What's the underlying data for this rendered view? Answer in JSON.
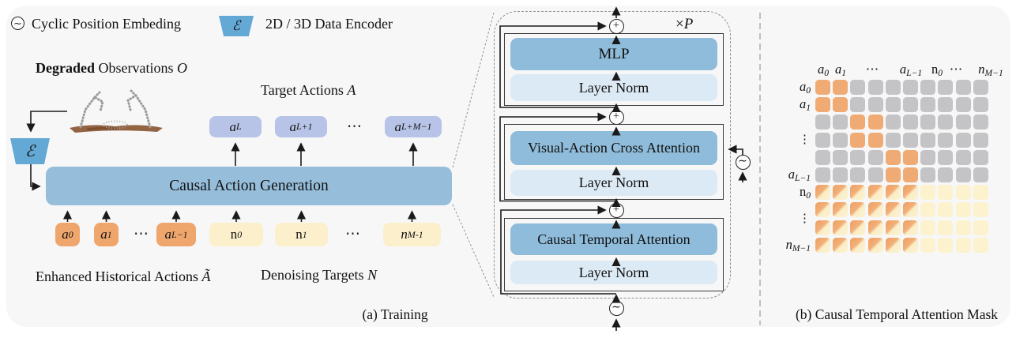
{
  "legend": {
    "cyclic_symbol": "∼",
    "cyclic_label": "Cyclic Position Embeding",
    "encoder_symbol": "ℰ",
    "encoder_label": "2D / 3D Data Encoder"
  },
  "symbols": {
    "plus": "+",
    "tilde": "∼"
  },
  "panel_a": {
    "degraded": {
      "bold": "Degraded",
      "rest": " Observations ",
      "var": "O"
    },
    "target_actions": {
      "text": "Target Actions ",
      "var": "A"
    },
    "main_box_label": "Causal Action Generation",
    "encoder_symbol": "ℰ",
    "output_tokens": [
      {
        "base": "a",
        "sub": "L"
      },
      {
        "base": "a",
        "sub": "L+1"
      },
      {
        "type": "dots",
        "text": "⋯"
      },
      {
        "base": "a",
        "sub": "L+M−1"
      }
    ],
    "input_tokens": [
      {
        "base": "a",
        "sub": "0",
        "style": "orange",
        "base_italic": true
      },
      {
        "base": "a",
        "sub": "1",
        "style": "orange",
        "base_italic": true
      },
      {
        "type": "dots",
        "text": "⋯"
      },
      {
        "base": "a",
        "sub": "L−1",
        "style": "orange",
        "base_italic": true
      },
      {
        "base": "n",
        "sub": "0",
        "style": "yellow",
        "base_italic": false
      },
      {
        "base": "n",
        "sub": "1",
        "style": "yellow",
        "base_italic": false
      },
      {
        "type": "dots",
        "text": "⋯"
      },
      {
        "base": "n",
        "sub": "M-1",
        "style": "yellow",
        "base_italic": true
      }
    ],
    "enhanced": {
      "text": "Enhanced Historical Actions ",
      "var": "Ã"
    },
    "denoising": {
      "text": "Denoising Targets ",
      "var": "N"
    },
    "caption": "(a) Training"
  },
  "panel_mid": {
    "repeat": {
      "times": "×",
      "var": "P"
    },
    "blocks": [
      {
        "main": "MLP",
        "norm": "Layer Norm"
      },
      {
        "main": "Visual-Action Cross Attention",
        "norm": "Layer Norm"
      },
      {
        "main": "Causal Temporal Attention",
        "norm": "Layer Norm"
      }
    ]
  },
  "panel_b": {
    "caption": "(b) Causal Temporal Attention Mask",
    "col_headers": [
      {
        "base": "a",
        "sub": "0",
        "italic": true
      },
      {
        "base": "a",
        "sub": "1",
        "italic": true
      },
      {
        "type": "dots",
        "text": "⋯"
      },
      {
        "base": "a",
        "sub": "L−1",
        "italic": true
      },
      {
        "base": "n",
        "sub": "0",
        "italic": false
      },
      {
        "type": "dots",
        "text": "⋯"
      },
      {
        "base": "n",
        "sub": "M−1",
        "italic": true
      }
    ],
    "row_labels": [
      {
        "base": "a",
        "sub": "0",
        "italic": true
      },
      {
        "base": "a",
        "sub": "1",
        "italic": true
      },
      {
        "type": "vdots",
        "text": "⋮"
      },
      {
        "base": "a",
        "sub": "L−1",
        "italic": true
      },
      {
        "base": "n",
        "sub": "0",
        "italic": false
      },
      {
        "type": "vdots",
        "text": "⋮"
      },
      {
        "base": "n",
        "sub": "M−1",
        "italic": true
      }
    ],
    "mask_rows": [
      "OOGGGGGGGG",
      "OOGGGGGGGG",
      "GGOOGGGGGG",
      "GGOOGGGGGG",
      "GGGGOOGGGG",
      "GGGGOOGGGG",
      "DDDDDDYYYY",
      "DDDDDDYYYY",
      "DDDDDDYYYY",
      "DDDDDDYYYY"
    ]
  },
  "colors": {
    "accent_blue": "#8fbcda",
    "light_blue": "#dceaf5",
    "box_blue": "#96bedb",
    "encoder_blue": "#64a9d5",
    "token_orange": "#efa66d",
    "token_yellow": "#fbf0cb",
    "token_purple": "#b7c4e7",
    "mask_orange": "#f0ab74",
    "mask_gray": "#c4c4c6",
    "mask_yellow": "#fcf2ce",
    "panel_bg": "#f7f7f8"
  }
}
